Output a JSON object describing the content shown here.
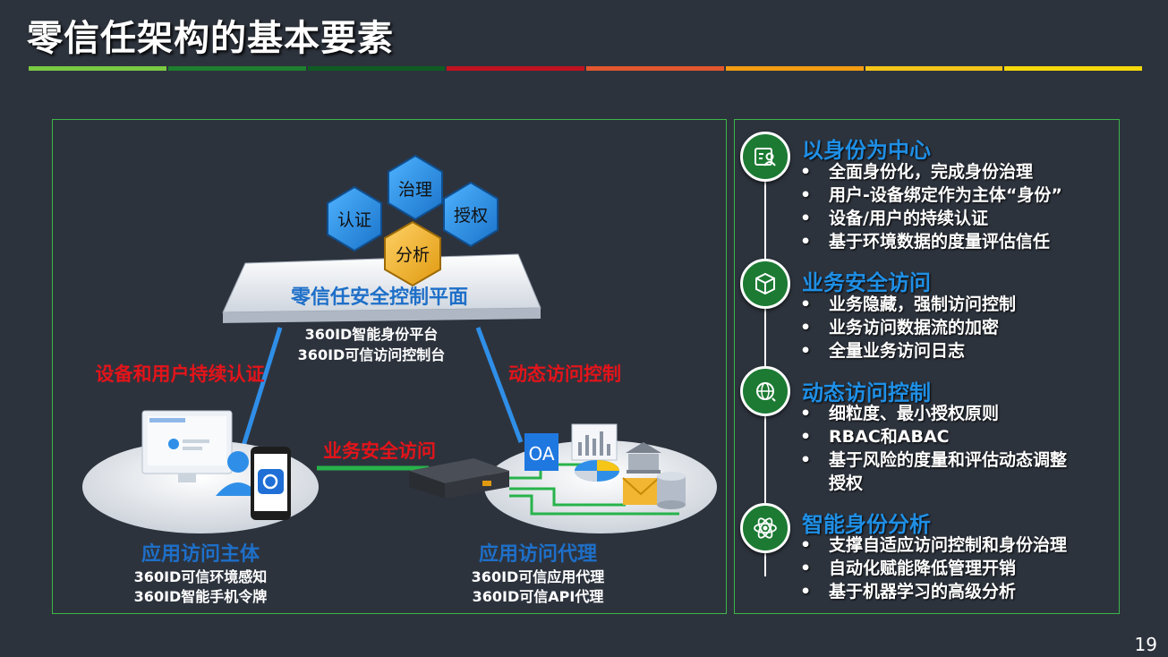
{
  "title": "零信任架构的基本要素",
  "color_bar": [
    "#7ac943",
    "#1d7f2e",
    "#0f5c23",
    "#c1121f",
    "#e4572e",
    "#f39c12",
    "#f5c518",
    "#f5d90a"
  ],
  "diagram": {
    "hexagons": {
      "top": "治理",
      "left": "认证",
      "right": "授权",
      "center": "分析"
    },
    "platform_label": "零信任安全控制平面",
    "platform_sub": [
      "360ID智能身份平台",
      "360ID可信访问控制台"
    ],
    "left_edge_label": "设备和用户持续认证",
    "right_edge_label": "动态访问控制",
    "bottom_edge_label": "业务安全访问",
    "left_node": {
      "title": "应用访问主体",
      "lines": [
        "360ID可信环境感知",
        "360ID智能手机令牌"
      ]
    },
    "right_node": {
      "title": "应用访问代理",
      "lines": [
        "360ID可信应用代理",
        "360ID可信API代理"
      ]
    },
    "oa_label": "OA"
  },
  "sections": [
    {
      "icon": "identity-card-icon",
      "title": "以身份为中心",
      "items": [
        "全面身份化，完成身份治理",
        "用户-设备绑定作为主体“身份”",
        "设备/用户的持续认证",
        "基于环境数据的度量评估信任"
      ]
    },
    {
      "icon": "cube-icon",
      "title": "业务安全访问",
      "items": [
        "业务隐藏，强制访问控制",
        "业务访问数据流的加密",
        "全量业务访问日志"
      ]
    },
    {
      "icon": "globe-sync-icon",
      "title": "动态访问控制",
      "items": [
        "细粒度、最小授权原则",
        "RBAC和ABAC",
        "基于风险的度量和评估动态调整授权"
      ]
    },
    {
      "icon": "atom-icon",
      "title": "智能身份分析",
      "items": [
        "支撑自适应访问控制和身份治理",
        "自动化赋能降低管理开销",
        "基于机器学习的高级分析"
      ]
    }
  ],
  "bullet": "•",
  "page_number": "19"
}
